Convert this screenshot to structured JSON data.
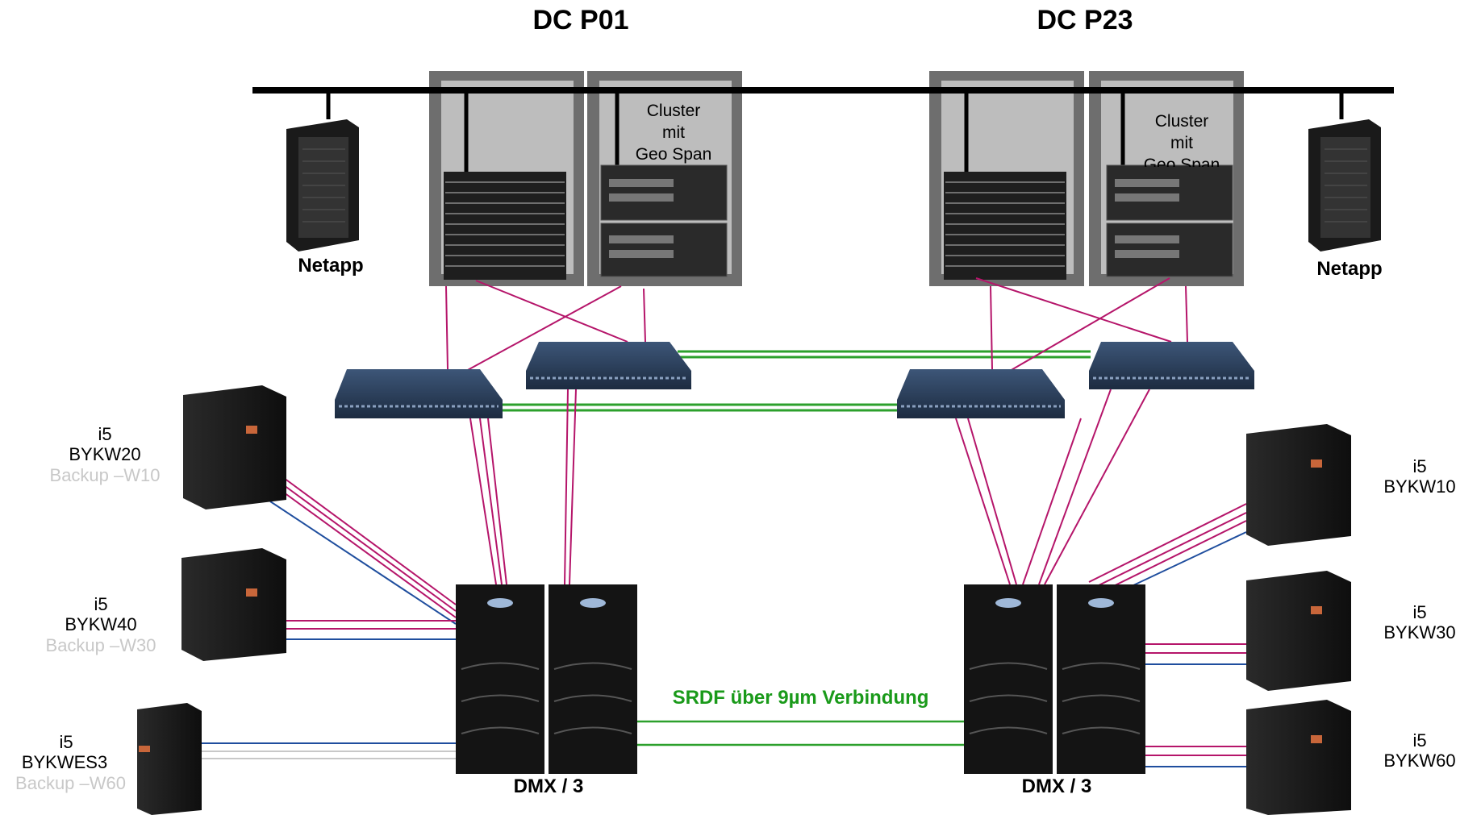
{
  "titles": {
    "left": "DC P01",
    "right": "DC P23"
  },
  "netapp": {
    "left": "Netapp",
    "right": "Netapp"
  },
  "cluster": {
    "left": [
      "Cluster",
      "mit",
      "Geo Span"
    ],
    "right": [
      "Cluster",
      "mit",
      "Geo Span"
    ]
  },
  "storage": {
    "left": "DMX / 3",
    "right": "DMX / 3"
  },
  "srdf": "SRDF über 9µm Verbindung",
  "servers": {
    "w20": {
      "type": "i5",
      "name": "BYKW20",
      "backup": "Backup –W10"
    },
    "w40": {
      "type": "i5",
      "name": "BYKW40",
      "backup": "Backup –W30"
    },
    "wes3": {
      "type": "i5",
      "name": "BYKWES3",
      "backup": "Backup –W60"
    },
    "w10": {
      "type": "i5",
      "name": "BYKW10"
    },
    "w30": {
      "type": "i5",
      "name": "BYKW30"
    },
    "w60": {
      "type": "i5",
      "name": "BYKW60"
    }
  },
  "colors": {
    "fc": "#b5156a",
    "eth": "#1f4e9e",
    "srdf": "#2ca02c",
    "backbone": "#000000",
    "rack": "#6e6e6e"
  }
}
